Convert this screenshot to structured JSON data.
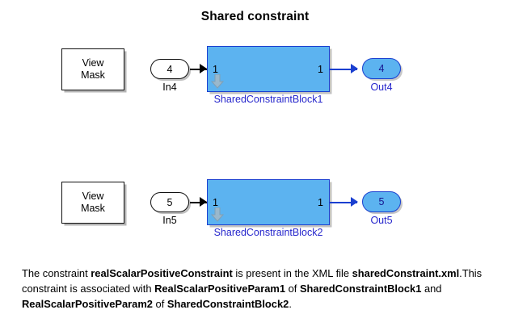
{
  "title": "Shared constraint",
  "rows": [
    {
      "view_mask": {
        "line1": "View",
        "line2": "Mask"
      },
      "inport": {
        "number": "4",
        "label": "In4"
      },
      "block": {
        "in_port_num": "1",
        "out_port_num": "1",
        "label": "SharedConstraintBlock1",
        "icon": "down-arrow-icon"
      },
      "outport": {
        "number": "4",
        "label": "Out4"
      }
    },
    {
      "view_mask": {
        "line1": "View",
        "line2": "Mask"
      },
      "inport": {
        "number": "5",
        "label": "In5"
      },
      "block": {
        "in_port_num": "1",
        "out_port_num": "1",
        "label": "SharedConstraintBlock2",
        "icon": "down-arrow-icon"
      },
      "outport": {
        "number": "5",
        "label": "Out5"
      }
    }
  ],
  "description": {
    "seg1": "The constraint ",
    "seg2_bold": "realScalarPositiveConstraint",
    "seg3": " is present in the XML file ",
    "seg4_bold": "sharedConstraint.xml",
    "seg5": ".This constraint is associated with ",
    "seg6_bold": "RealScalarPositiveParam1",
    "seg7": " of ",
    "seg8_bold": "SharedConstraintBlock1",
    "seg9": " and ",
    "seg10_bold": "RealScalarPositiveParam2",
    "seg11": " of ",
    "seg12_bold": "SharedConstraintBlock2",
    "seg13": "."
  },
  "colors": {
    "block_fill": "#5cb3f0",
    "block_border": "#1a3fd0",
    "label_blue": "#2626cc",
    "wire_black": "#000000",
    "background": "#ffffff"
  }
}
